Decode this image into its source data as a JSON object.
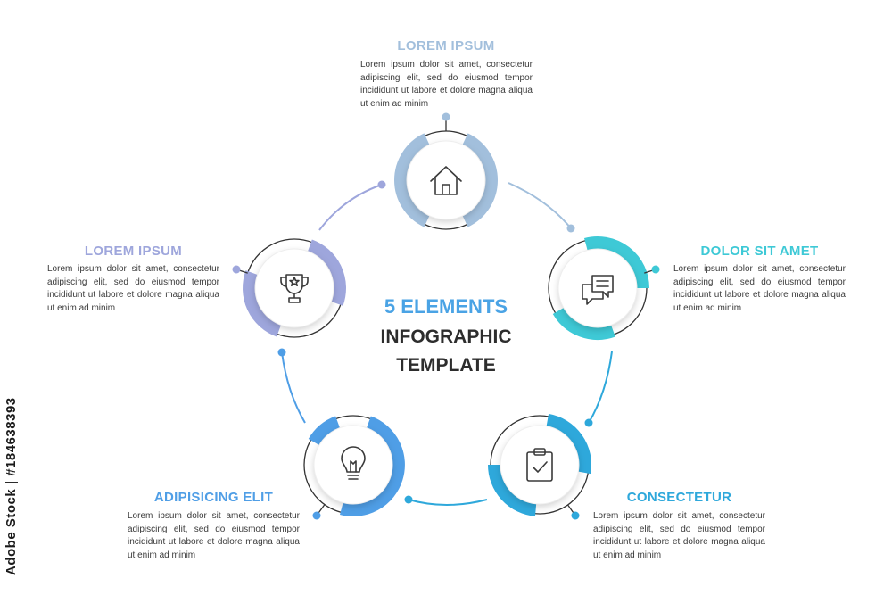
{
  "colors": {
    "step1": "#a2bfdc",
    "step2": "#3ec9d6",
    "step3": "#2ea8db",
    "step4": "#4f9ee6",
    "step5": "#9ea6dc",
    "text": "#3a3a3a",
    "heading_dark": "#2d2d2d",
    "accent_blue": "#4aa3e5"
  },
  "center": {
    "line1": "5 ELEMENTS",
    "line2": "INFOGRAPHIC",
    "line3": "TEMPLATE"
  },
  "steps": [
    {
      "id": "step1",
      "title": "LOREM IPSUM",
      "text": "Lorem ipsum dolor sit amet, consectetur adipiscing elit, sed do eiusmod tempor incididunt ut labore et dolore magna aliqua ut enim ad minim",
      "icon": "house-icon"
    },
    {
      "id": "step2",
      "title": "DOLOR SIT AMET",
      "text": "Lorem ipsum dolor sit amet, consectetur adipiscing elit, sed do eiusmod tempor incididunt ut labore et dolore magna aliqua ut enim ad minim",
      "icon": "chat-bubbles-icon"
    },
    {
      "id": "step3",
      "title": "CONSECTETUR",
      "text": "Lorem ipsum dolor sit amet, consectetur adipiscing elit, sed do eiusmod tempor incididunt ut labore et dolore magna aliqua ut enim ad minim",
      "icon": "clipboard-check-icon"
    },
    {
      "id": "step4",
      "title": "ADIPISICING ELIT",
      "text": "Lorem ipsum dolor sit amet, consectetur adipiscing elit, sed do eiusmod tempor incididunt ut labore et dolore magna aliqua ut enim ad minim",
      "icon": "lightbulb-icon"
    },
    {
      "id": "step5",
      "title": "LOREM IPSUM",
      "text": "Lorem ipsum dolor sit amet, consectetur adipiscing elit, sed do eiusmod tempor incididunt ut labore et dolore magna aliqua ut enim ad minim",
      "icon": "trophy-icon"
    }
  ],
  "watermark": "Adobe Stock | #184638393"
}
